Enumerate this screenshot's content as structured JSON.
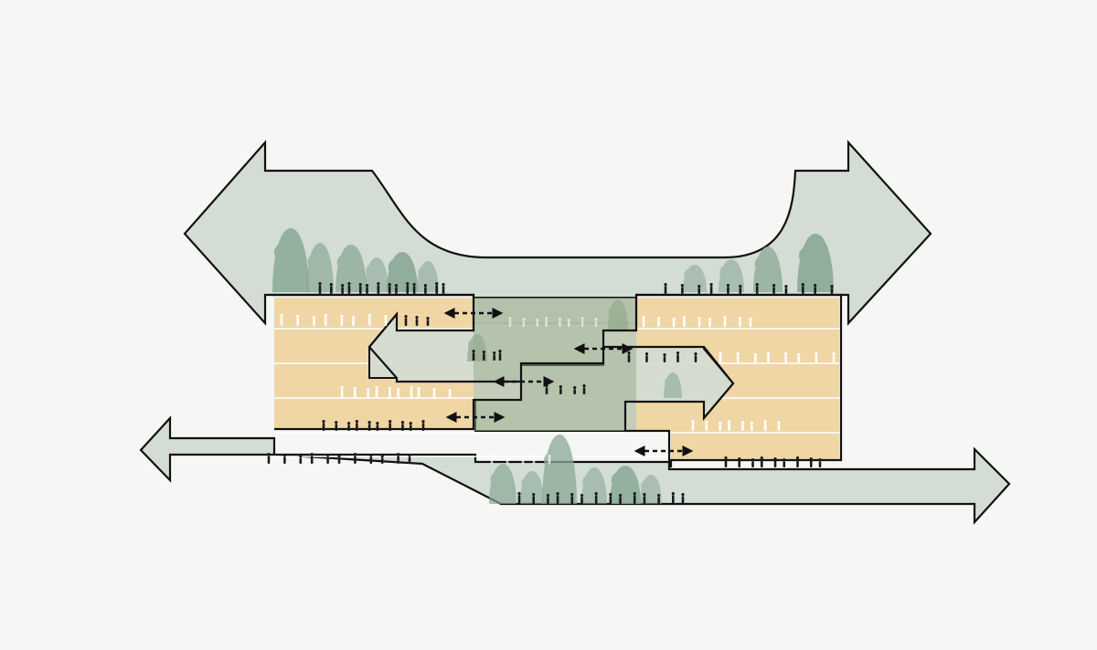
{
  "colors": {
    "background": "#f6f6f5",
    "flow_fill": "#d3dcd5",
    "floor_fill": "#efd6a4",
    "tree_fill": "#8aa996",
    "outline": "#111111",
    "floor_line": "#ffffff",
    "people_dark": "#1b1b1b",
    "people_light": "#ffffff"
  },
  "diagram": {
    "upper_flow": {
      "direction": "bidirectional",
      "icon": "double-arrow"
    },
    "lower_flow": {
      "direction": "bidirectional",
      "icon": "double-arrow"
    },
    "interior_flows": [
      {
        "direction": "left",
        "icon": "arrow-left"
      },
      {
        "direction": "right",
        "icon": "arrow-right"
      }
    ],
    "floors": 5,
    "connections": [
      {
        "icon": "dashed-double-arrow"
      },
      {
        "icon": "dashed-double-arrow"
      },
      {
        "icon": "dashed-double-arrow"
      },
      {
        "icon": "dashed-double-arrow"
      },
      {
        "icon": "dashed-double-arrow"
      }
    ],
    "vegetation": {
      "icon": "tree-icon"
    },
    "people": {
      "icon": "person-icon"
    }
  }
}
